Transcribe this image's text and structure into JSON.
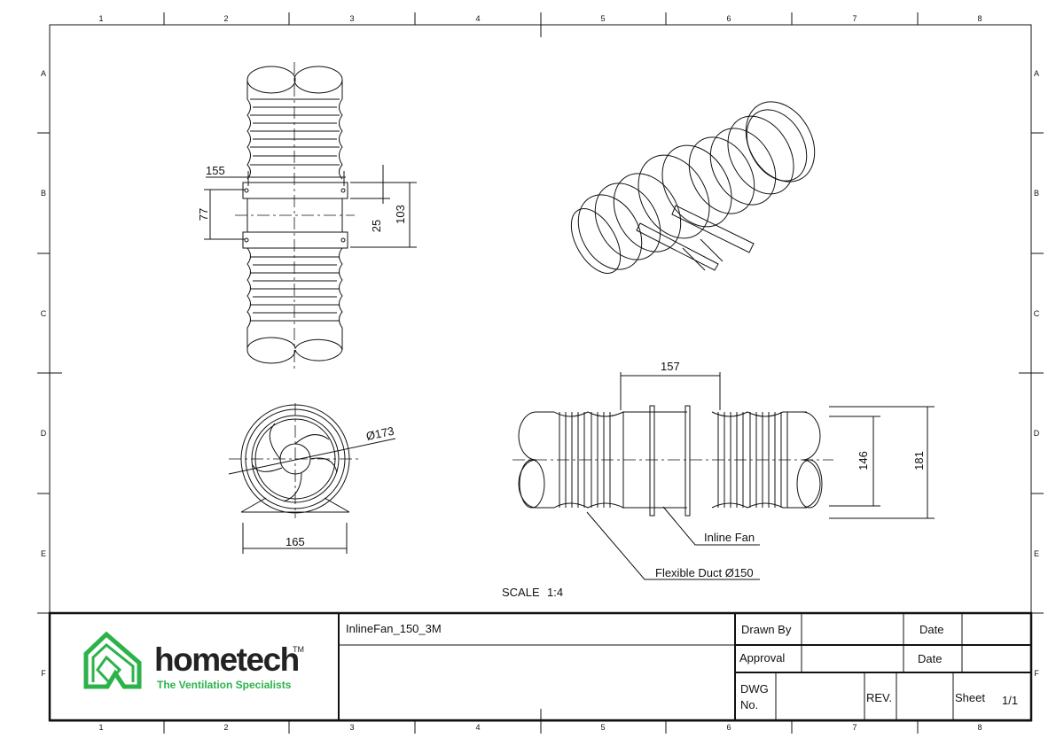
{
  "frame": {
    "col_labels": [
      "1",
      "2",
      "3",
      "4",
      "5",
      "6",
      "7",
      "8"
    ],
    "row_labels": [
      "A",
      "B",
      "C",
      "D",
      "E",
      "F"
    ]
  },
  "views": {
    "front": {
      "dim_155": "155",
      "dim_77": "77",
      "dim_25": "25",
      "dim_103": "103"
    },
    "end": {
      "dim_diameter": "Ø173",
      "dim_165": "165"
    },
    "side": {
      "dim_157": "157",
      "dim_146": "146",
      "dim_181": "181"
    }
  },
  "callouts": {
    "inline_fan": "Inline Fan",
    "flexible_duct": "Flexible Duct Ø150"
  },
  "scale": {
    "label": "SCALE",
    "value": "1:4"
  },
  "title_block": {
    "part_name": "InlineFan_150_3M",
    "drawn_by_label": "Drawn By",
    "date_label_1": "Date",
    "approval_label": "Approval",
    "date_label_2": "Date",
    "dwg_label_1": "DWG",
    "dwg_label_2": "No.",
    "rev_label": "REV.",
    "sheet_label": "Sheet",
    "sheet_value": "1/1"
  },
  "logo": {
    "company": "hometech",
    "trademark": "TM",
    "tagline": "The Ventilation Specialists"
  },
  "colors": {
    "line": "#111111",
    "brand_green": "#2bb34a"
  }
}
